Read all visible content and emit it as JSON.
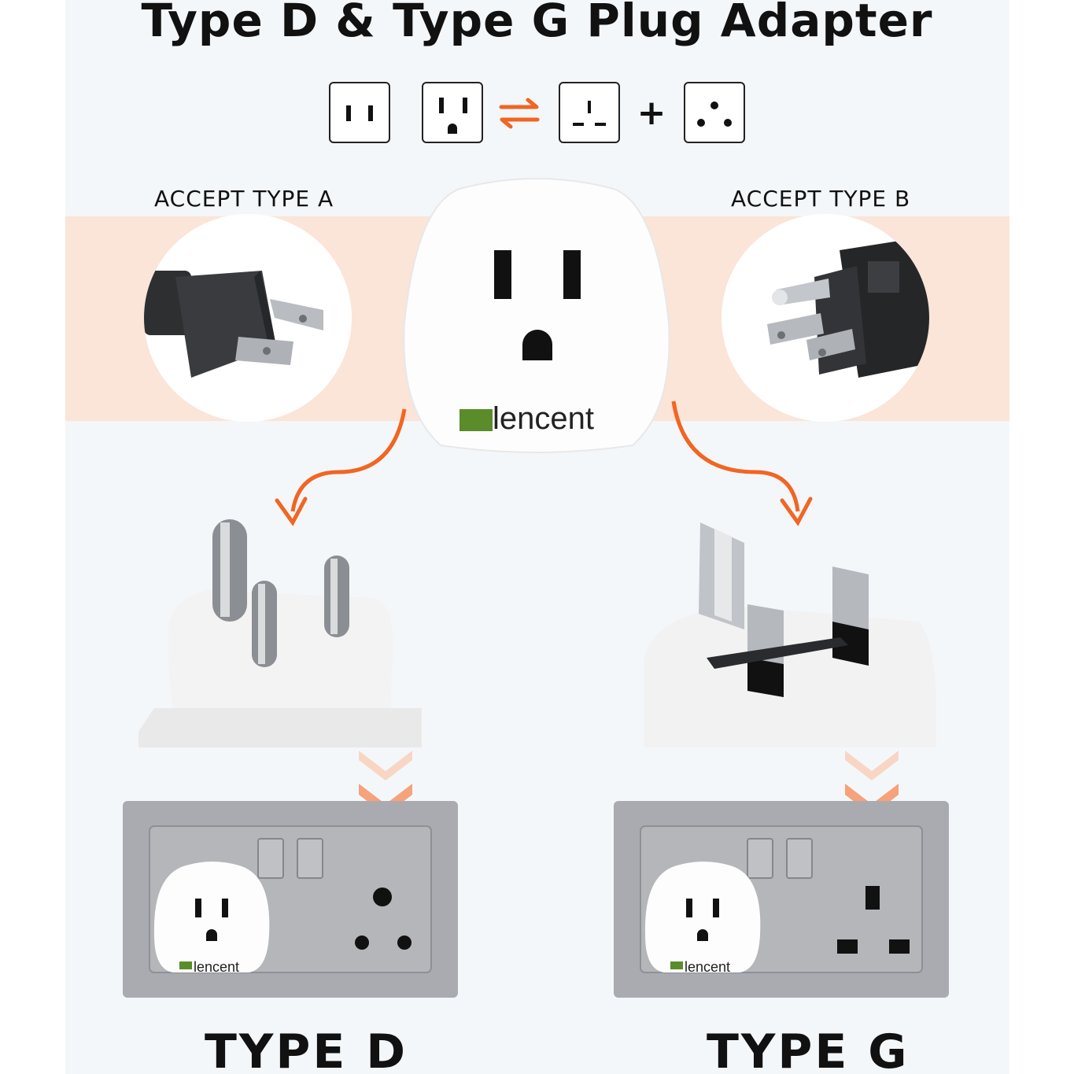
{
  "title": "Type D & Type G Plug Adapter",
  "compat_icons": [
    {
      "name": "type-a-outlet-icon"
    },
    {
      "name": "type-b-outlet-icon"
    },
    {
      "name": "conversion-arrows-icon"
    },
    {
      "name": "type-d-outlet-icon"
    },
    {
      "name": "plus-icon",
      "symbol": "+"
    },
    {
      "name": "type-g-outlet-icon"
    }
  ],
  "accept_left": "ACCEPT TYPE A",
  "accept_right": "ACCEPT TYPE B",
  "brand": {
    "logo_text": "lencent",
    "logo_mark_text": "LENCENT"
  },
  "plug_left_name": "type-d-plug-image",
  "plug_right_name": "type-g-plug-image",
  "type_left": "TYPE D",
  "type_right": "TYPE G",
  "colors": {
    "accent": "#f26522",
    "band": "#fbe4d8",
    "panel": "#f4f7fa",
    "wall_plate": "#a9abb0"
  }
}
